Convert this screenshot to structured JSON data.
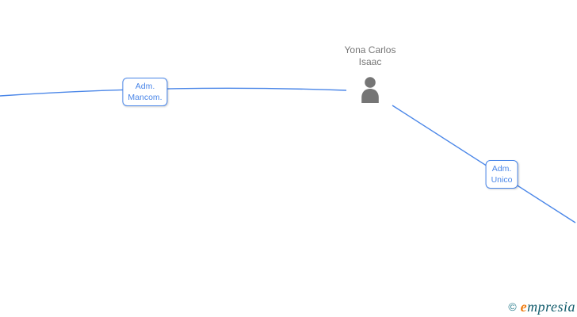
{
  "graph": {
    "node": {
      "name_line1": "Yona Carlos",
      "name_line2": "Isaac",
      "icon": "person-silhouette"
    },
    "edges": [
      {
        "label_line1": "Adm.",
        "label_line2": "Mancom."
      },
      {
        "label_line1": "Adm.",
        "label_line2": "Unico"
      }
    ]
  },
  "colors": {
    "edge_blue": "#4a86e8",
    "node_gray": "#757575",
    "logo_teal": "#2d7f8f",
    "logo_orange": "#f07d12",
    "logo_dark_teal": "#155e6e"
  },
  "footer": {
    "copyright_symbol": "©",
    "brand_initial": "e",
    "brand_rest": "mpresia"
  }
}
